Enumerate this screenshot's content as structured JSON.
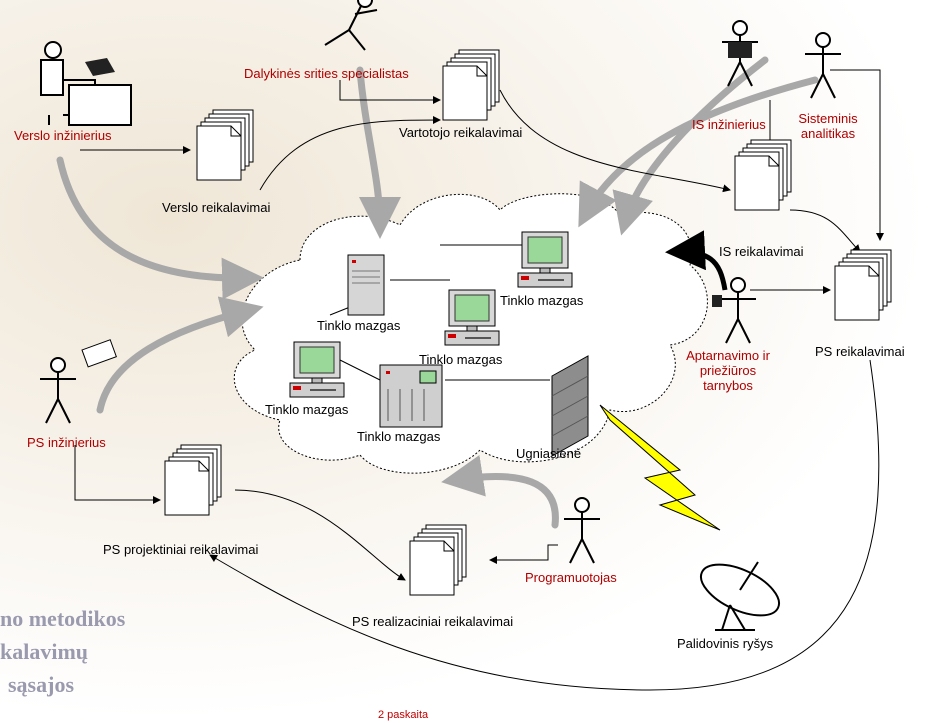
{
  "background_text": [
    "no metodikos",
    "kalavimų",
    "sąsajos"
  ],
  "footer": "2 paskaita",
  "actors": {
    "verslo": "Verslo inžinierius",
    "dalykines": "Dalykinės srities specialistas",
    "is_inz": "IS inžinierius",
    "sisteminis": [
      "Sisteminis",
      "analitikas"
    ],
    "ps_inz": "PS inžinierius",
    "aptarnavimo": [
      "Aptarnavimo ir",
      "priežiūros",
      "tarnybos"
    ],
    "programuotojas": "Programuotojas"
  },
  "documents": {
    "verslo": "Verslo reikalavimai",
    "vartotojo": "Vartotojo reikalavimai",
    "is": "IS reikalavimai",
    "ps": "PS reikalavimai",
    "ps_proj": "PS projektiniai reikalavimai",
    "ps_real": "PS realizaciniai reikalavimai"
  },
  "network": {
    "node": "Tinklo mazgas",
    "firewall": "Ugniasienė",
    "satellite": "Palidovinis ryšys"
  },
  "colors": {
    "actor_red": "#b00000",
    "arrow_grey": "#a8a8a8",
    "lightning": "#ffff00"
  }
}
